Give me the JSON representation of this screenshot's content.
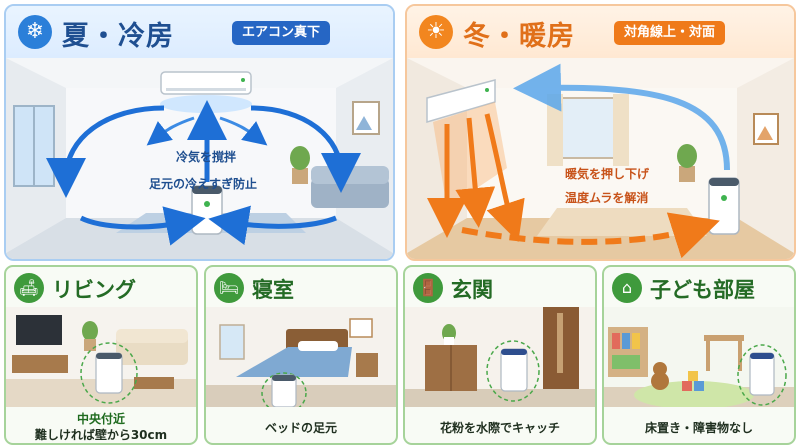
{
  "summer": {
    "title": "夏・冷房",
    "badge": "エアコン真下",
    "icon": "snowflake-icon",
    "accent": "#2b7fd9",
    "labels": [
      "冷気を撹拌",
      "足元の冷えすぎ防止"
    ]
  },
  "winter": {
    "title": "冬・暖房",
    "badge": "対角線上・対面",
    "icon": "sun-icon",
    "accent": "#f2861f",
    "labels": [
      "暖気を押し下げ",
      "温度ムラを解消"
    ]
  },
  "rooms": [
    {
      "title": "リビング",
      "icon": "sofa-icon",
      "caption_1": "中央付近",
      "caption_2": "難しければ壁から30cm"
    },
    {
      "title": "寝室",
      "icon": "bed-icon",
      "caption_1": "ベッドの足元"
    },
    {
      "title": "玄関",
      "icon": "door-icon",
      "caption_1": "花粉を水際でキャッチ"
    },
    {
      "title": "子ども部屋",
      "icon": "house-icon",
      "caption_1": "床置き・障害物なし"
    }
  ],
  "colors": {
    "card_border": "#a6d39a",
    "card_title": "#246b25",
    "card_icon": "#3f9a3c"
  }
}
